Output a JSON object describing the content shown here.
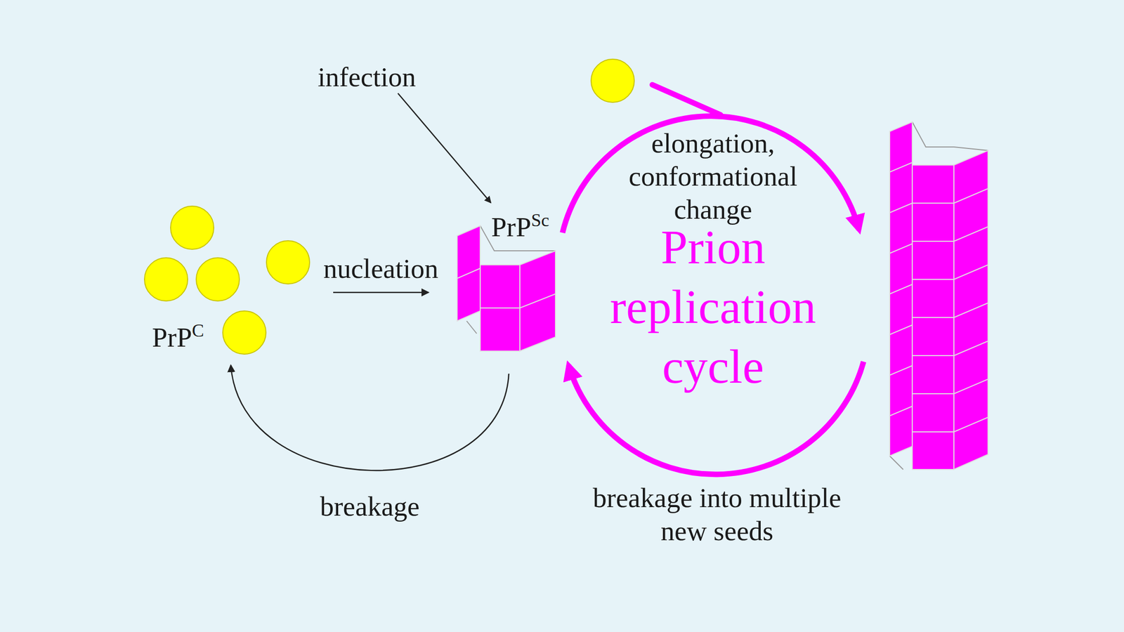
{
  "diagram": {
    "nodes": [
      {
        "text": [
          "PrP",
          "C"
        ]
      },
      {
        "text": [
          "PrP",
          "Sc"
        ]
      }
    ],
    "edges": [
      {
        "from": 0,
        "to": 1,
        "arrow": "to",
        "label": "nucleation"
      },
      {
        "from": 1,
        "to": 0,
        "arrow": "to",
        "label": "breakage"
      }
    ],
    "labels": [
      "infection",
      "elongation, conformational change",
      "Prion replication cycle",
      "breakage into multiple new seeds"
    ]
  }
}
